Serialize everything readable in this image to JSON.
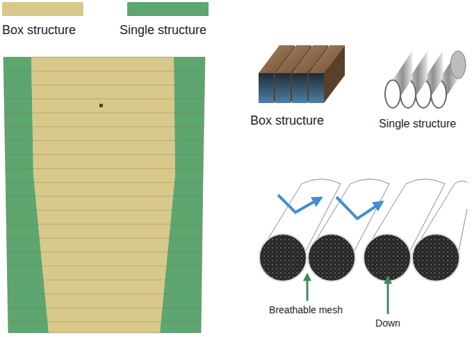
{
  "diagram": {
    "labels": [
      "Box structure",
      "Single structure",
      "Breathable mesh",
      "Down"
    ],
    "legend": [
      {
        "text": "Box structure",
        "color": "#d8c98a"
      },
      {
        "text": "Single structure",
        "color": "#5da66f"
      }
    ]
  }
}
